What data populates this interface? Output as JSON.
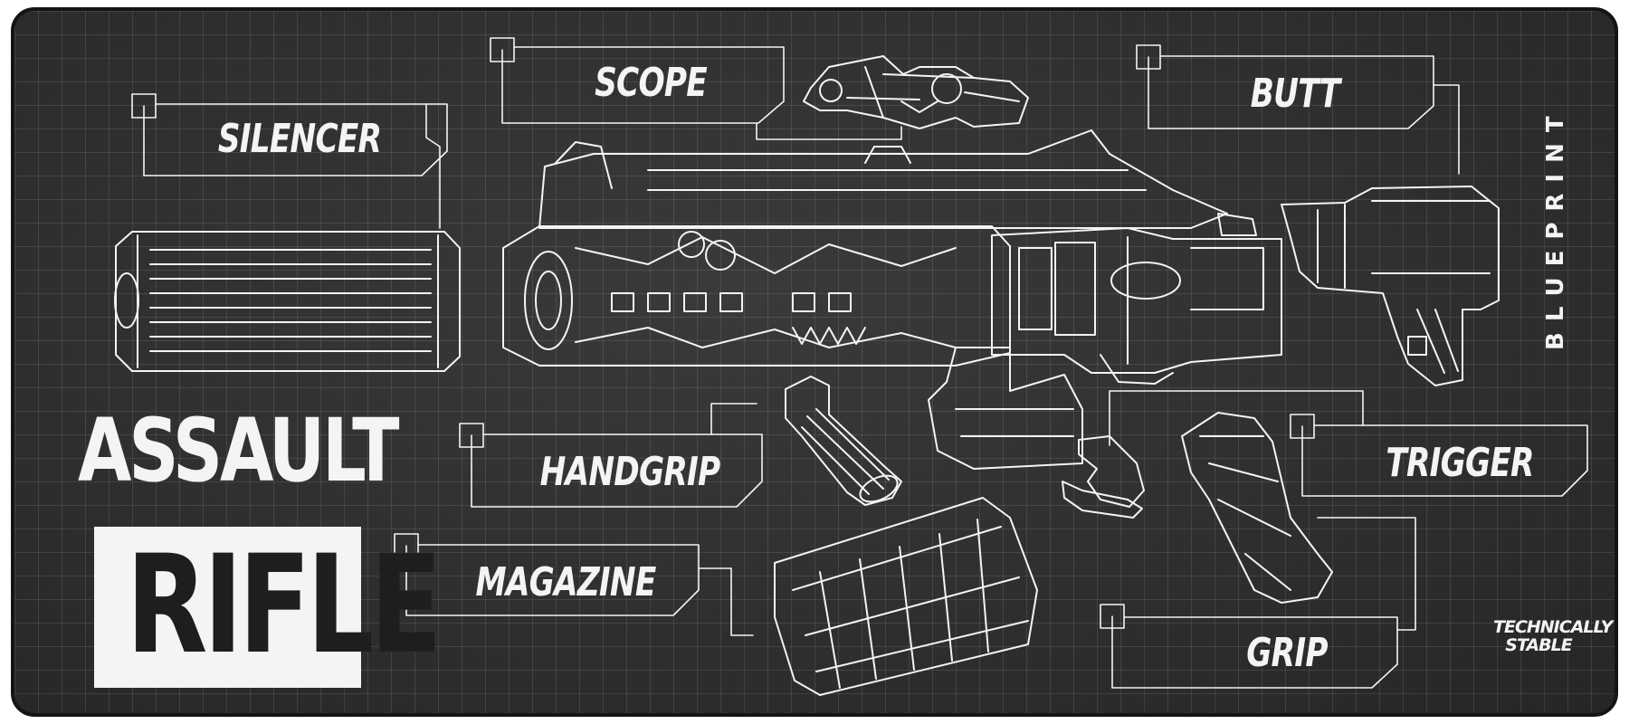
{
  "title": {
    "line1": "ASSAULT",
    "line2": "RIFLE"
  },
  "side_text": "BLUEPRINT",
  "brand": {
    "line1": "TECHNICALLY",
    "line2": "STABLE"
  },
  "labels": {
    "silencer": "SILENCER",
    "scope": "SCOPE",
    "butt": "BUTT",
    "handgrip": "HANDGRIP",
    "magazine": "MAGAZINE",
    "trigger": "TRIGGER",
    "grip": "GRIP"
  },
  "colors": {
    "background": "#2c2c2c",
    "ink": "#f4f4f4",
    "border": "#141414"
  }
}
